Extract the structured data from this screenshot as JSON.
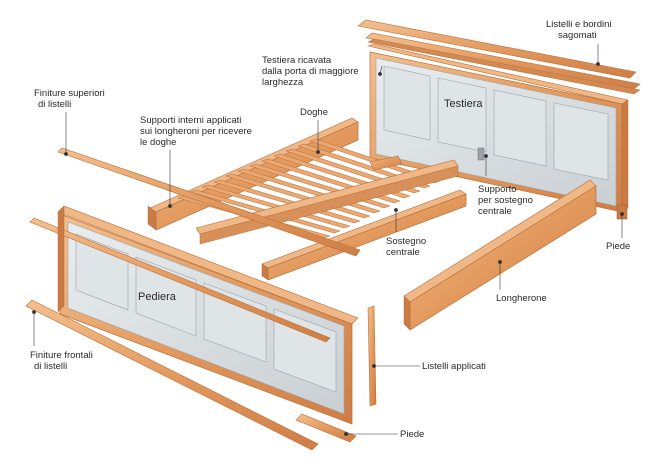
{
  "labels": {
    "listelli_bordini_l1": "Listelli e bordini",
    "listelli_bordini_l2": "sagomati",
    "testiera_ricavata_l1": "Testiera ricavata",
    "testiera_ricavata_l2": "dalla porta di maggiore",
    "testiera_ricavata_l3": "larghezza",
    "finiture_superiori_l1": "Finiture superiori",
    "finiture_superiori_l2": "di listelli",
    "supporti_interni_l1": "Supporti interni applicati",
    "supporti_interni_l2": "sui longheroni per ricevere",
    "supporti_interni_l3": "le doghe",
    "doghe": "Doghe",
    "testiera": "Testiera",
    "supporto_l1": "Supporto",
    "supporto_l2": "per sostegno",
    "supporto_l3": "centrale",
    "sostegno_l1": "Sostegno",
    "sostegno_l2": "centrale",
    "piede_right": "Piede",
    "longherone": "Longherone",
    "pediera": "Pediera",
    "finiture_frontali_l1": "Finiture frontali",
    "finiture_frontali_l2": "di listelli",
    "listelli_applicati": "Listelli applicati",
    "piede_bottom": "Piede"
  },
  "colors": {
    "wood": "#e8a56e",
    "wood_dark": "#c97a45",
    "wood_light": "#f5c79a",
    "panel": "#d4d9dc",
    "panel_light": "#e6eaec",
    "leader": "#333333"
  }
}
